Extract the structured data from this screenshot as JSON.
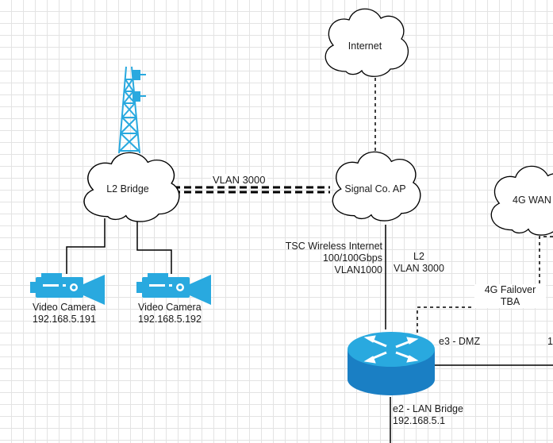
{
  "clouds": {
    "internet": "Internet",
    "l2_bridge": "L2 Bridge",
    "signal_ap": "Signal Co. AP",
    "wan_4g": "4G WAN"
  },
  "links": {
    "vlan3000": "VLAN 3000",
    "tsc": {
      "line1": "TSC Wireless Internet",
      "line2": "100/100Gbps",
      "line3": "VLAN1000"
    },
    "l2": {
      "line1": "L2",
      "line2": "VLAN 3000"
    },
    "failover": {
      "line1": "4G Failover",
      "line2": "TBA"
    }
  },
  "cameras": [
    {
      "name": "Video Camera",
      "ip": "192.168.5.191"
    },
    {
      "name": "Video Camera",
      "ip": "192.168.5.192"
    }
  ],
  "router": {
    "e3": "e3 - DMZ",
    "e2": "e2 - LAN Bridge",
    "e2_ip": "192.168.5.1",
    "edge_text": "1"
  },
  "colors": {
    "device_blue": "#29a9df",
    "router_blue": "#1a7fc4",
    "line": "#000000"
  }
}
